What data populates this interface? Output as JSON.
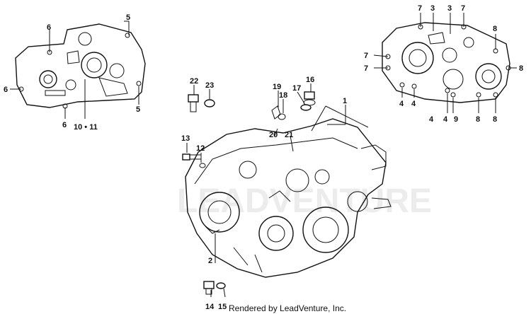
{
  "callouts": {
    "c1": "1",
    "c2": "2",
    "c3a": "3",
    "c3b": "3",
    "c4a": "4",
    "c4b": "4",
    "c4c": "4",
    "c4d": "4",
    "c5a": "5",
    "c5b": "5",
    "c6a": "6",
    "c6b": "6",
    "c6c": "6",
    "c7a": "7",
    "c7b": "7",
    "c7c": "7",
    "c7d": "7",
    "c8a": "8",
    "c8b": "8",
    "c8c": "8",
    "c8d": "8",
    "c9": "9",
    "c10_11": "10 • 11",
    "c12": "12",
    "c13": "13",
    "c14": "14",
    "c15": "15",
    "c16": "16",
    "c17": "17",
    "c18": "18",
    "c19": "19",
    "c20": "20",
    "c21": "21",
    "c22": "22",
    "c23": "23"
  },
  "credit": "Rendered by LeadVenture, Inc.",
  "watermark": "LEADVENTURE"
}
